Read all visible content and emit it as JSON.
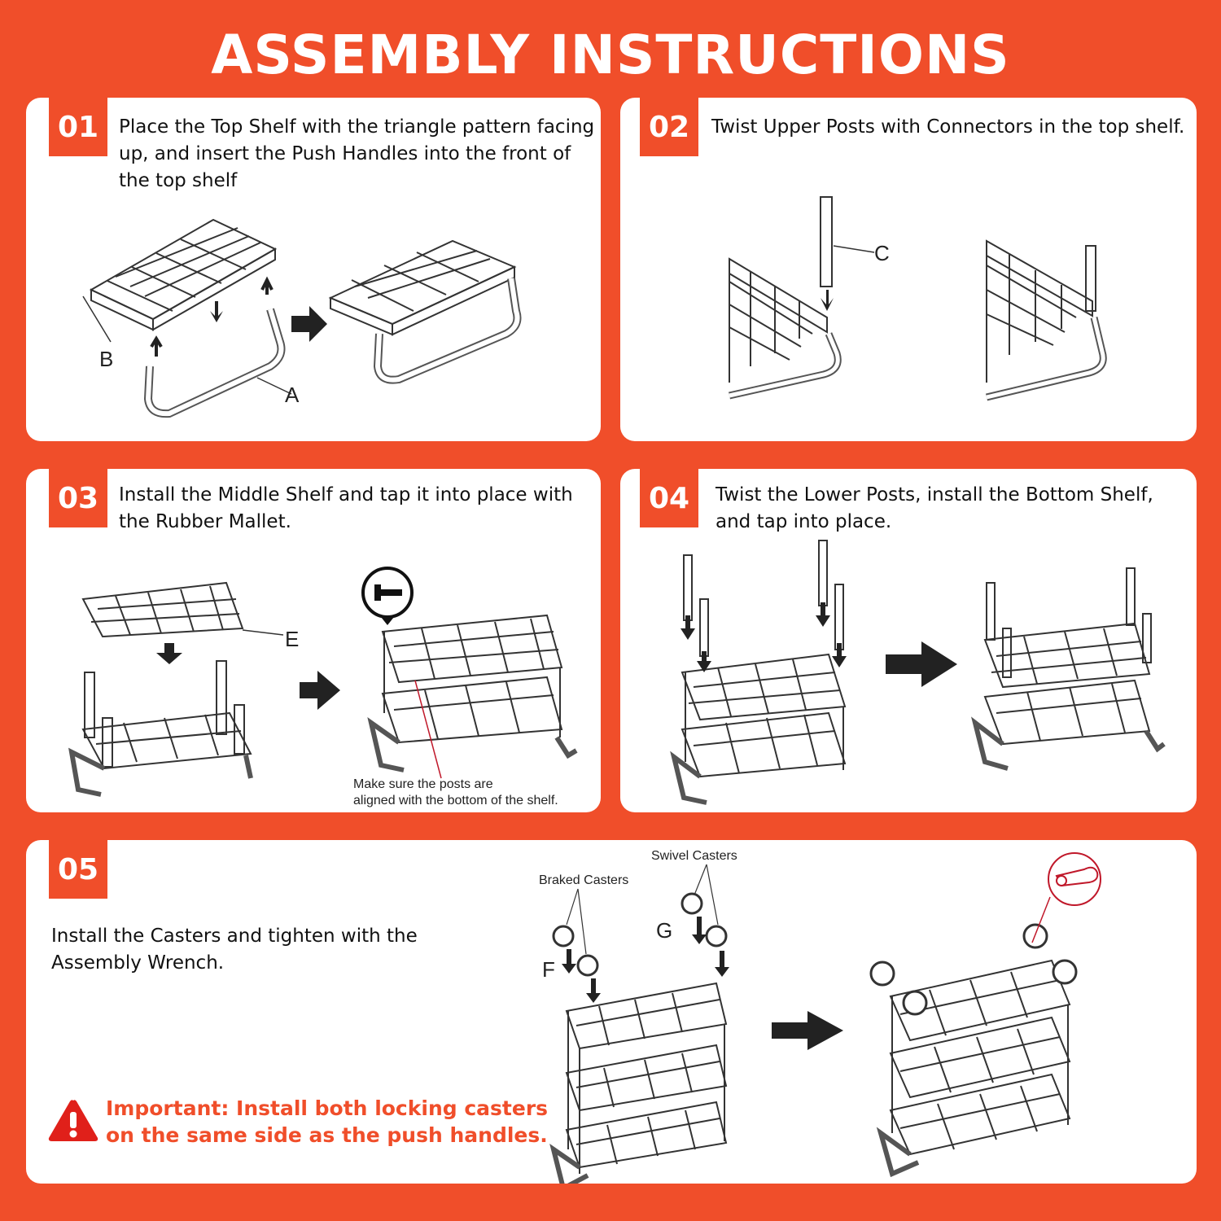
{
  "title": "ASSEMBLY INSTRUCTIONS",
  "colors": {
    "accent": "#f04e2a",
    "card": "#ffffff",
    "text": "#111111"
  },
  "steps": [
    {
      "number": "01",
      "text": "Place the Top Shelf with the triangle pattern facing up, and insert the Push Handles into the front of the top shelf",
      "labels": [
        "B",
        "A"
      ]
    },
    {
      "number": "02",
      "text": "Twist Upper Posts with Connectors in the top shelf.",
      "labels": [
        "C"
      ]
    },
    {
      "number": "03",
      "text": "Install the Middle Shelf and tap it into place with the Rubber Mallet.",
      "labels": [
        "E"
      ],
      "note": [
        "Make sure the posts are",
        "aligned with the bottom of the shelf."
      ]
    },
    {
      "number": "04",
      "text": "Twist the Lower Posts, install the Bottom Shelf, and tap into place."
    },
    {
      "number": "05",
      "text": "Install the Casters and tighten with the Assembly Wrench.",
      "labels": [
        "Swivel Casters",
        "Braked Casters",
        "G",
        "F"
      ]
    }
  ],
  "warning": {
    "icon": "warning-triangle-icon",
    "text_line1": "Important: Install both locking casters",
    "text_line2": "on the same side as the push handles."
  }
}
